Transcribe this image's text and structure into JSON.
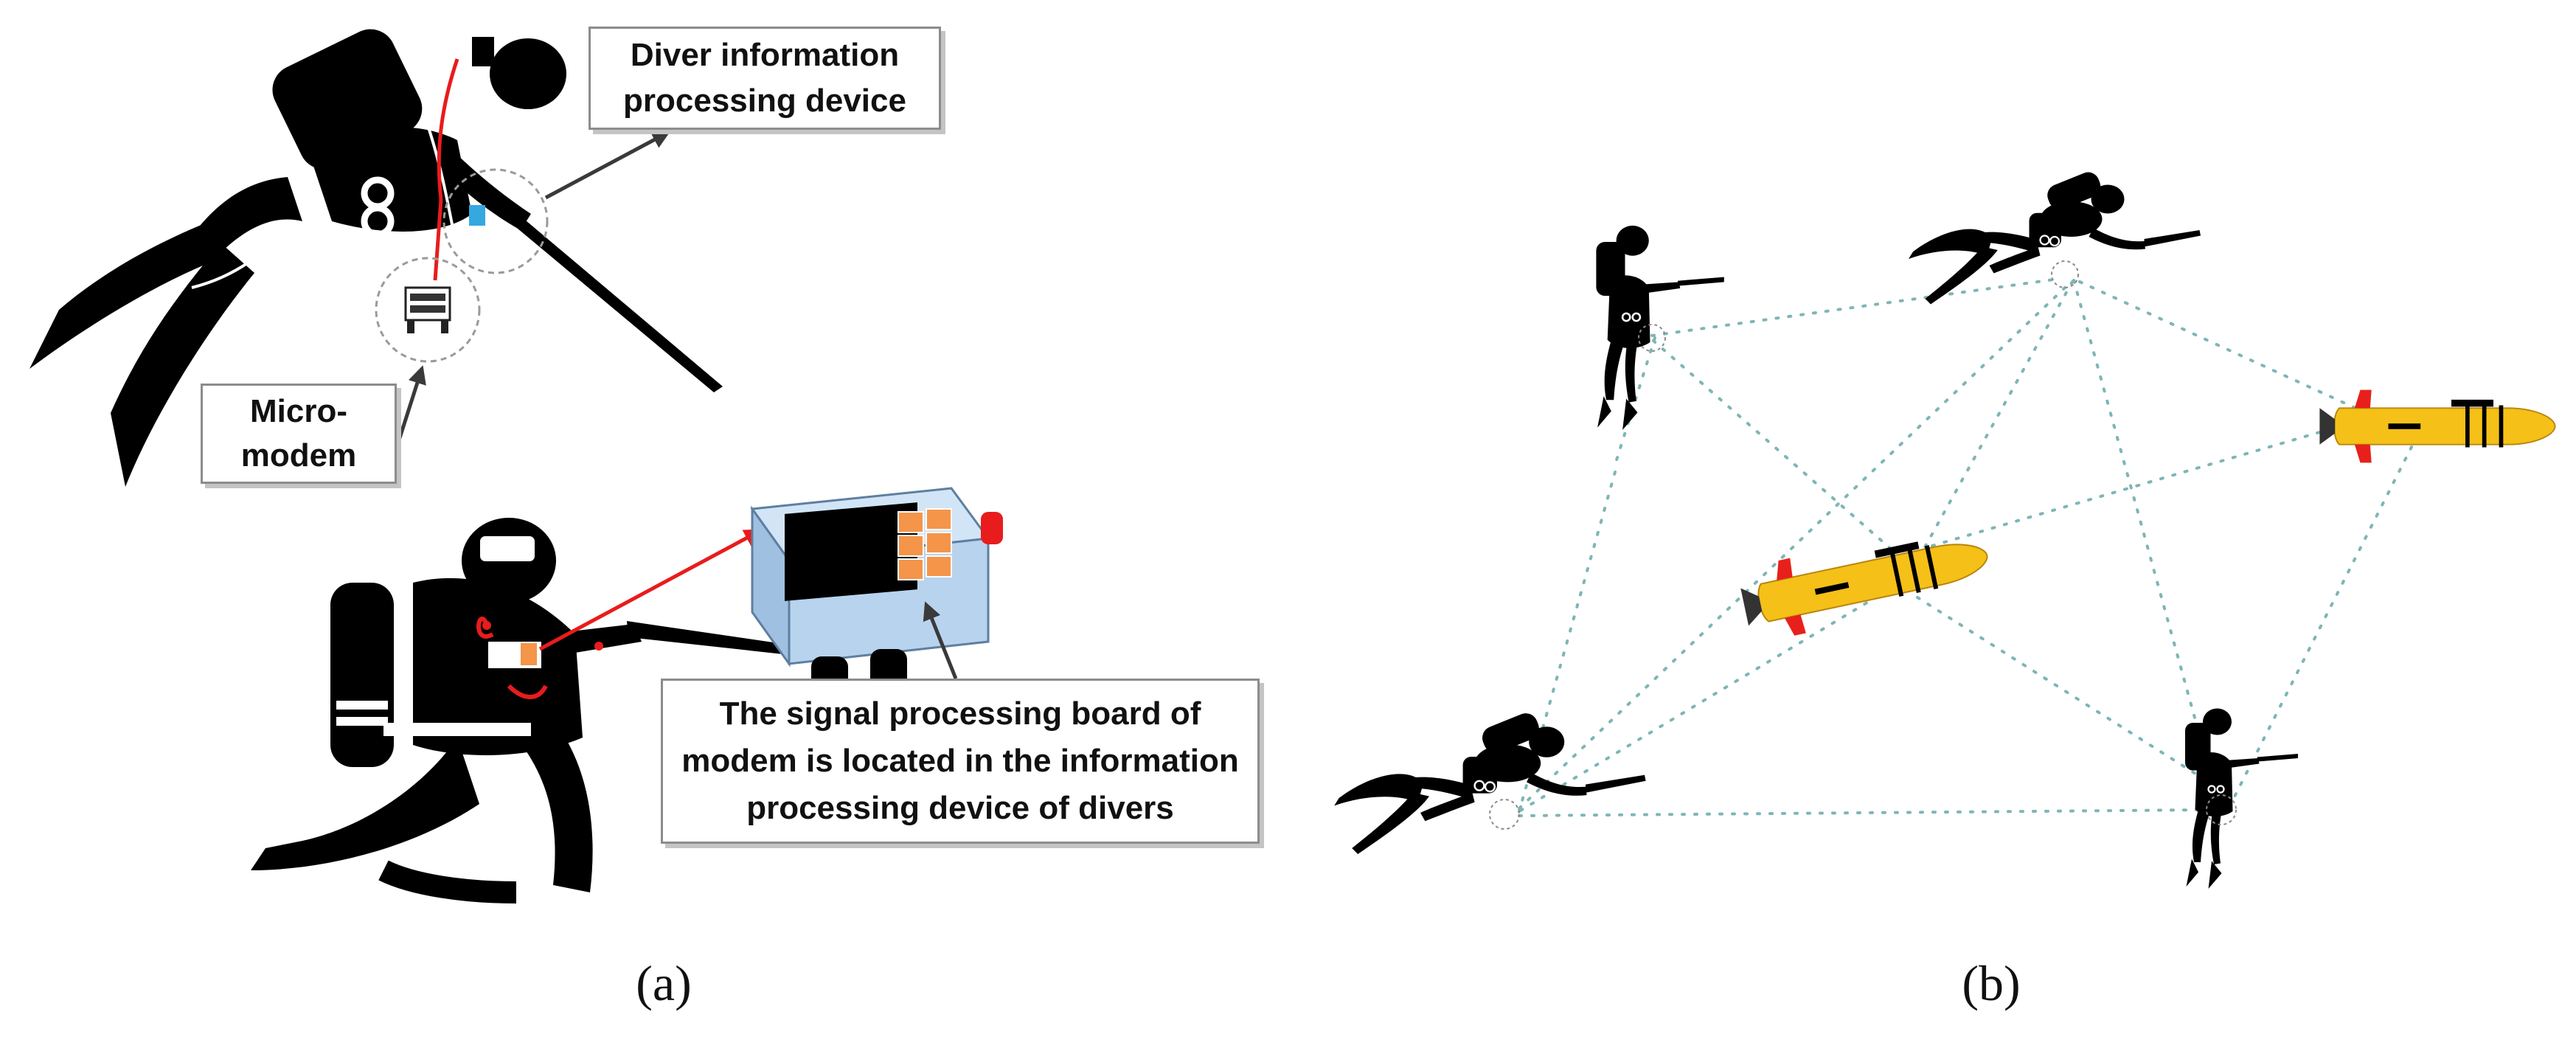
{
  "callouts": {
    "diver_device": "Diver information\nprocessing device",
    "micro_modem": "Micro-\nmodem",
    "signal_board": "The signal processing board of\nmodem is located in the information\nprocessing device of divers"
  },
  "panel_labels": {
    "a": "(a)",
    "b": "(b)"
  },
  "colors": {
    "silhouette": "#000000",
    "link": "#7fb5b5",
    "auv_body": "#f5c018",
    "auv_fin": "#e8201c",
    "device_body": "#b8d3ee",
    "device_cells": "#f4954a",
    "device_knob": "#e81c1c",
    "wire": "#e81c1c",
    "accent_blue": "#35a8e0"
  },
  "icons": [
    "diver-icon",
    "kneeling-diver-icon",
    "auv-icon",
    "modem-device-icon",
    "micro-modem-icon"
  ]
}
